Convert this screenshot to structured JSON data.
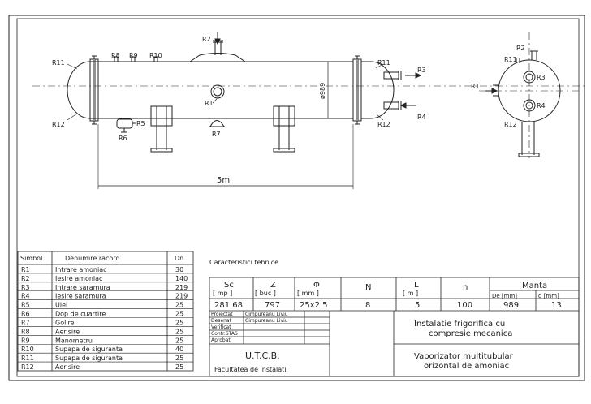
{
  "drawing": {
    "length_label": "5m",
    "diameter_label": "ø989",
    "labels": {
      "r1": "R1",
      "r2": "R2",
      "r3": "R3",
      "r4": "R4",
      "r5": "R5",
      "r6": "R6",
      "r7": "R7",
      "r8": "R8",
      "r9": "R9",
      "r10": "R10",
      "r11": "R11",
      "r12": "R12"
    }
  },
  "connections_table": {
    "headers": [
      "Simbol",
      "Denumire racord",
      "Dn"
    ],
    "rows": [
      {
        "symbol": "R1",
        "name": "Intrare amoniac",
        "dn": "30"
      },
      {
        "symbol": "R2",
        "name": "Iesire amoniac",
        "dn": "140"
      },
      {
        "symbol": "R3",
        "name": "Intrare saramura",
        "dn": "219"
      },
      {
        "symbol": "R4",
        "name": "Iesire saramura",
        "dn": "219"
      },
      {
        "symbol": "R5",
        "name": "Ulei",
        "dn": "25"
      },
      {
        "symbol": "R6",
        "name": "Dop de cuartire",
        "dn": "25"
      },
      {
        "symbol": "R7",
        "name": "Golire",
        "dn": "25"
      },
      {
        "symbol": "R8",
        "name": "Aerisire",
        "dn": "25"
      },
      {
        "symbol": "R9",
        "name": "Manometru",
        "dn": "25"
      },
      {
        "symbol": "R10",
        "name": "Supapa de siguranta",
        "dn": "40"
      },
      {
        "symbol": "R11",
        "name": "Supapa de siguranta",
        "dn": "25"
      },
      {
        "symbol": "R12",
        "name": "Aerisire",
        "dn": "25"
      }
    ]
  },
  "tech": {
    "title": "Caracteristici tehnice",
    "headers": {
      "sc": "Sc",
      "sc_unit": "[ mp ]",
      "z": "Z",
      "z_unit": "[ buc ]",
      "phi": "Φ",
      "phi_unit": "[ mm ]",
      "n": "N",
      "l": "L",
      "l_unit": "[ m ]",
      "n_small": "n",
      "manta": "Manta",
      "de": "De [mm]",
      "g": "g [mm]"
    },
    "values": {
      "sc": "281.68",
      "z": "797",
      "phi": "25x2.5",
      "n": "8",
      "l": "5",
      "n_small": "100",
      "de": "989",
      "g": "13"
    }
  },
  "title_block": {
    "roles": [
      {
        "role": "Proiectat",
        "name": "Cimpureanu Liviu"
      },
      {
        "role": "Desenat",
        "name": "Cimpureanu Liviu"
      },
      {
        "role": "Verificat",
        "name": ""
      },
      {
        "role": "Contr.STAS",
        "name": ""
      },
      {
        "role": "Aprobat",
        "name": ""
      }
    ],
    "university": "U.T.C.B.",
    "faculty": "Facultatea de instalatii",
    "project_line1": "Instalatie frigorifica cu",
    "project_line2": "compresie mecanica",
    "drawing_line1": "Vaporizator multitubular",
    "drawing_line2": "orizontal de amoniac"
  }
}
